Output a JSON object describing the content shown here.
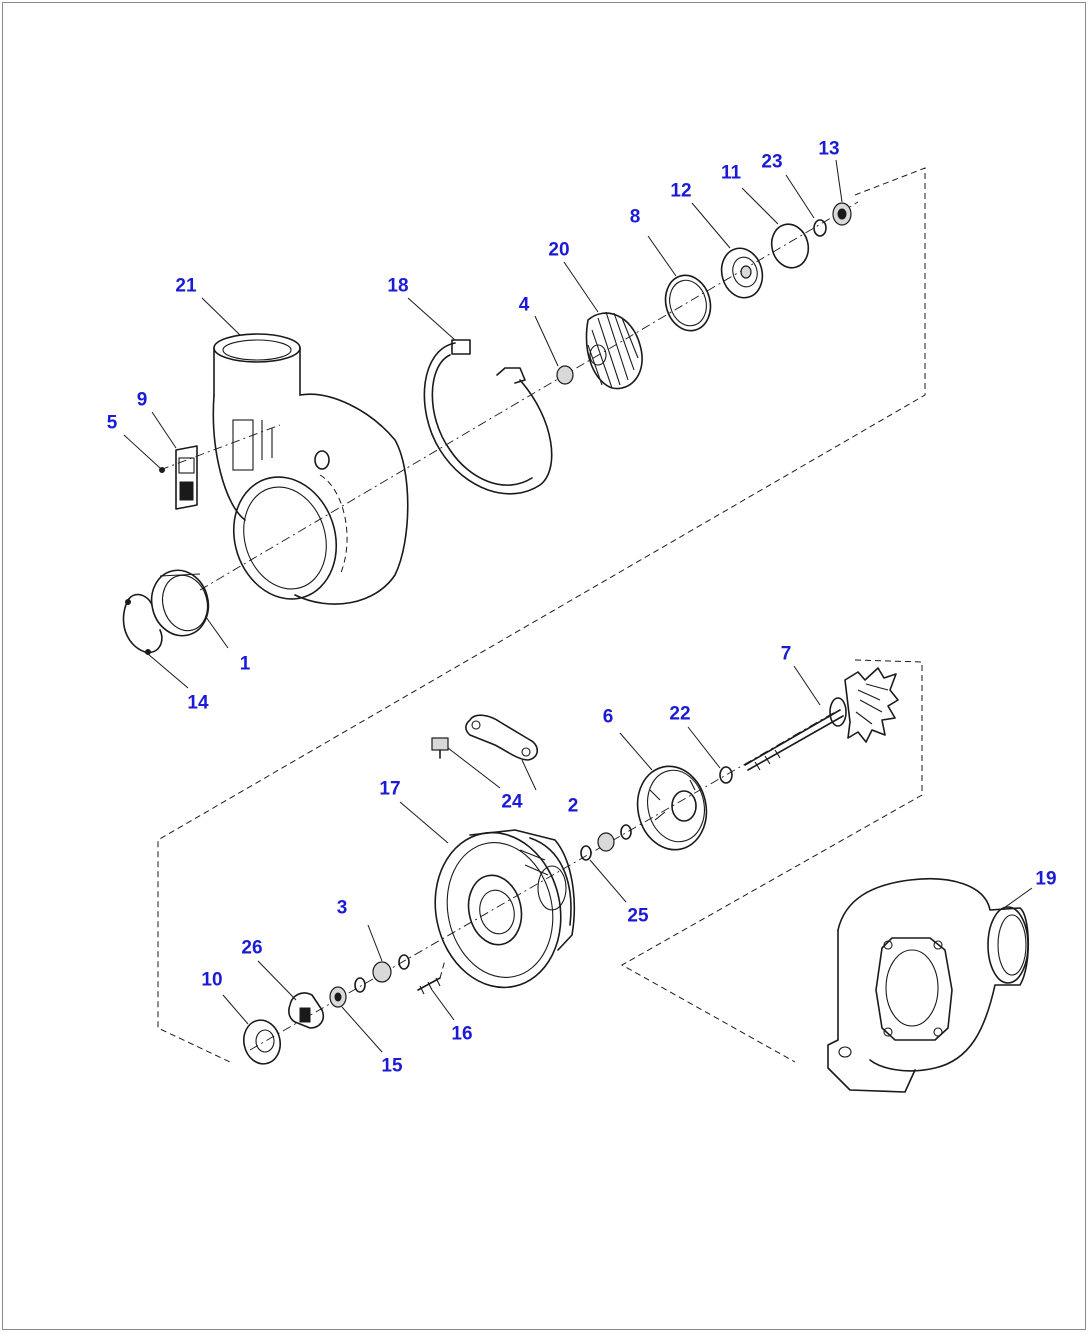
{
  "diagram": {
    "callouts": [
      {
        "id": "c1",
        "label": "1"
      },
      {
        "id": "c2",
        "label": "2"
      },
      {
        "id": "c3",
        "label": "3"
      },
      {
        "id": "c4",
        "label": "4"
      },
      {
        "id": "c5",
        "label": "5"
      },
      {
        "id": "c6",
        "label": "6"
      },
      {
        "id": "c7",
        "label": "7"
      },
      {
        "id": "c8",
        "label": "8"
      },
      {
        "id": "c9",
        "label": "9"
      },
      {
        "id": "c10",
        "label": "10"
      },
      {
        "id": "c11",
        "label": "11"
      },
      {
        "id": "c12",
        "label": "12"
      },
      {
        "id": "c13",
        "label": "13"
      },
      {
        "id": "c14",
        "label": "14"
      },
      {
        "id": "c15",
        "label": "15"
      },
      {
        "id": "c16",
        "label": "16"
      },
      {
        "id": "c17",
        "label": "17"
      },
      {
        "id": "c18",
        "label": "18"
      },
      {
        "id": "c19",
        "label": "19"
      },
      {
        "id": "c20",
        "label": "20"
      },
      {
        "id": "c21",
        "label": "21"
      },
      {
        "id": "c22",
        "label": "22"
      },
      {
        "id": "c23",
        "label": "23"
      },
      {
        "id": "c24",
        "label": "24"
      },
      {
        "id": "c25",
        "label": "25"
      },
      {
        "id": "c26",
        "label": "26"
      }
    ],
    "label_color": "#1b1bd6",
    "line_color": "#1a1a1a"
  }
}
